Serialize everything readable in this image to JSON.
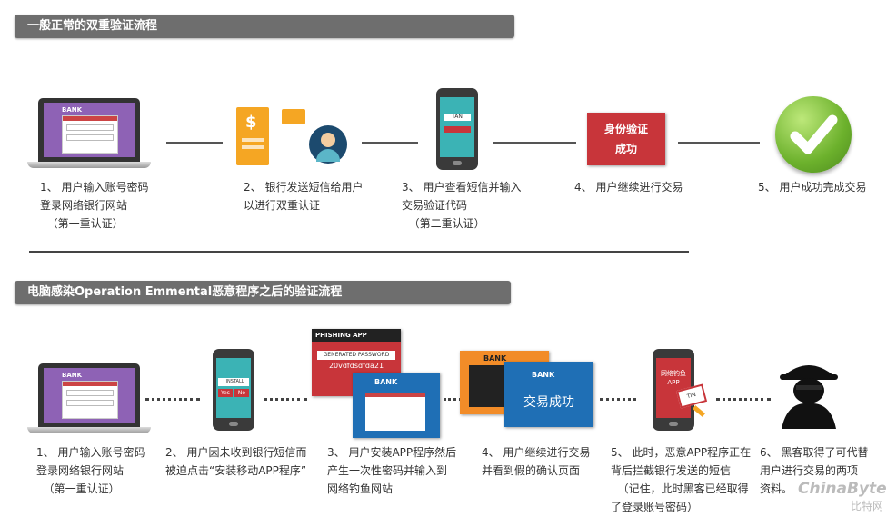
{
  "section1": {
    "title": "一般正常的双重验证流程",
    "steps": [
      {
        "caption": "1、 用户输入账号密码\n登录网络银行网站\n  （第一重认证）",
        "screen_label": "BANK"
      },
      {
        "caption": "2、 银行发送短信给用户\n以进行双重认证",
        "icon": "dollar-sign-icon"
      },
      {
        "caption": "3、 用户查看短信并输入\n交易验证代码\n  （第二重认证）",
        "screen_label": "TAN"
      },
      {
        "caption": "4、 用户继续进行交易",
        "box_text": "身份验证\n成功"
      },
      {
        "caption": "5、 用户成功完成交易",
        "icon": "checkmark-icon"
      }
    ]
  },
  "section2": {
    "title": "电脑感染Operation Emmental恶意程序之后的验证流程",
    "steps": [
      {
        "caption": "1、 用户输入账号密码\n登录网络银行网站\n  （第一重认证）",
        "screen_label": "BANK"
      },
      {
        "caption": "2、 用户因未收到银行短信而\n被迫点击“安装移动APP程序”",
        "phone_label": "I INSTALL",
        "yes": "Yes",
        "no": "No"
      },
      {
        "caption": "3、 用户安装APP程序然后\n产生一次性密码并输入到\n网络钓鱼网站",
        "phishing_title": "PHISHING APP",
        "gen_label": "GENERATED PASSWORD",
        "password": "20vdfdsdfda21",
        "screen_label": "BANK"
      },
      {
        "caption": "4、 用户继续进行交易\n并看到假的确认页面",
        "screen_label": "BANK",
        "success_text": "交易成功"
      },
      {
        "caption": "5、 此时，恶意APP程序正在\n背后拦截银行发送的短信\n  （记住，此时黑客已经取得\n了登录账号密码）",
        "phone_label": "网络钓鱼\nAPP",
        "tag": "TIN"
      },
      {
        "caption": "6、 黑客取得了可代替\n用户进行交易的两项\n资料。",
        "icon": "hacker-icon"
      }
    ]
  },
  "watermark": {
    "brand": "ChinaByte",
    "sub": "比特网"
  },
  "colors": {
    "banner": "#6e6e6e",
    "laptop_screen": "#8e62b5",
    "phone_screen": "#3bb3b5",
    "red_box": "#c8353a",
    "success_green": "#7cc13a",
    "orange": "#f5a623",
    "blue_panel": "#1f6fb5"
  }
}
